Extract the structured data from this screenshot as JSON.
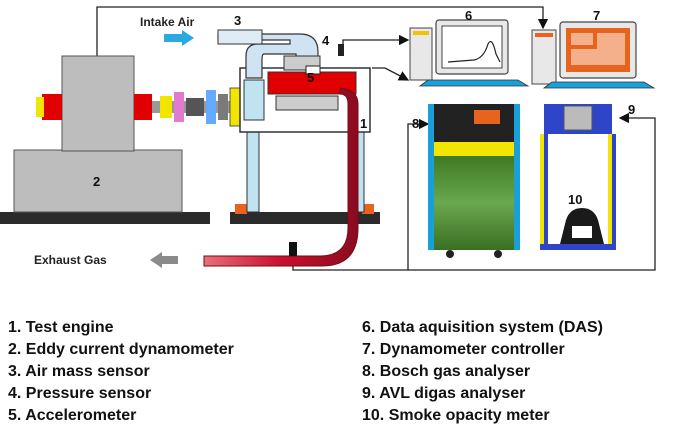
{
  "labels": {
    "intake_air": "Intake Air",
    "exhaust_gas": "Exhaust Gas",
    "n1": "1",
    "n2": "2",
    "n3": "3",
    "n4": "4",
    "n5": "5",
    "n6": "6",
    "n7": "7",
    "n8": "8",
    "n9": "9",
    "n10": "10"
  },
  "legend": {
    "left": [
      "1. Test engine",
      "2. Eddy current dynamometer",
      "3. Air mass sensor",
      "4. Pressure sensor",
      "5. Accelerometer"
    ],
    "right": [
      "6. Data aquisition system (DAS)",
      "7. Dynamometer controller",
      "8. Bosch gas analyser",
      "9. AVL digas analyser",
      "10. Smoke opacity meter"
    ]
  },
  "colors": {
    "exhaust_red": "#c8102e",
    "analyser_green": "#4f8f2f",
    "analyser_yellow": "#f2e600",
    "intake_blue": "#cfe3f3",
    "stand_blue": "#8fd0e8",
    "frame_blue": "#2e45c9",
    "monitor_blue": "#1aa0d8",
    "base_dark": "#3a3a3a",
    "orange": "#e8641e"
  }
}
